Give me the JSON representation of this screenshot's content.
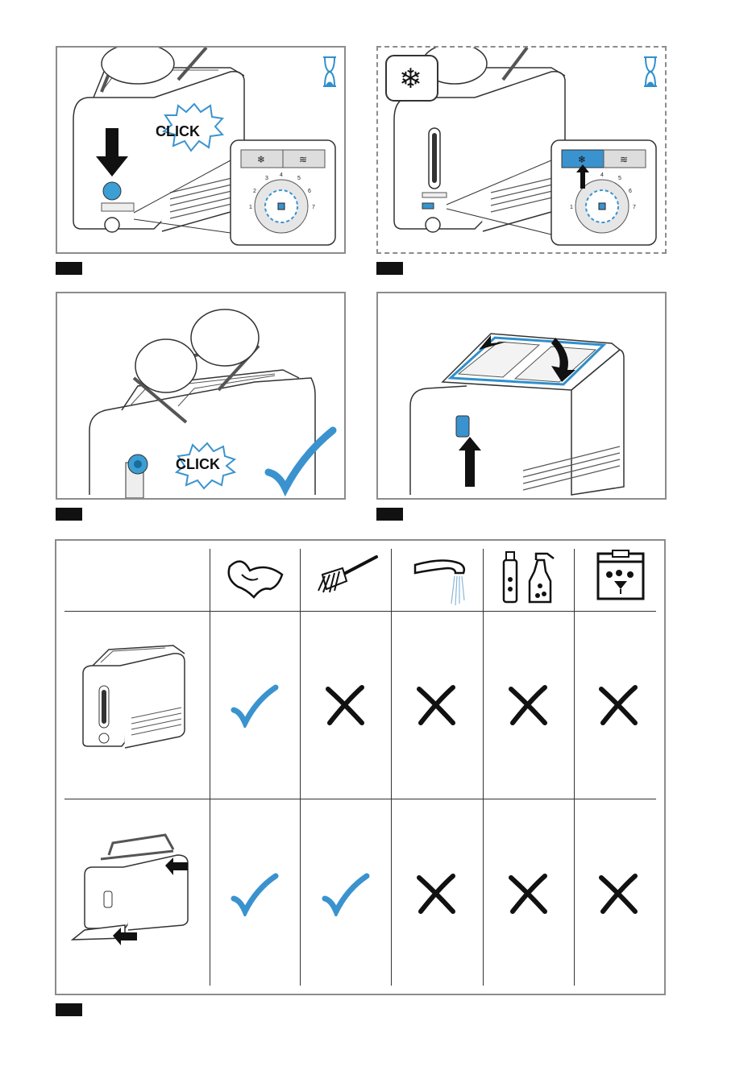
{
  "panels": [
    {
      "id": "panel-1",
      "click_label": "CLICK",
      "dial_numbers": [
        "1",
        "2",
        "3",
        "4",
        "5",
        "6",
        "7"
      ],
      "icon": "hourglass-icon"
    },
    {
      "id": "panel-2",
      "dial_numbers": [
        "1",
        "4",
        "5",
        "6",
        "7"
      ],
      "icon": "snowflake-icon"
    },
    {
      "id": "panel-3",
      "click_label": "CLICK",
      "icon": "checkmark-icon"
    },
    {
      "id": "panel-4",
      "icon": "arrow-icon"
    }
  ],
  "cleaning_table": {
    "columns": [
      "damp-cloth-icon",
      "brush-icon",
      "running-water-icon",
      "spray-cleaner-icon",
      "dishwasher-icon"
    ],
    "rows": [
      {
        "item": "toaster-body",
        "marks": [
          "check",
          "cross",
          "cross",
          "cross",
          "cross"
        ]
      },
      {
        "item": "bun-rack-and-crumb-tray",
        "marks": [
          "check",
          "check",
          "cross",
          "cross",
          "cross"
        ]
      }
    ],
    "colors": {
      "check": "#3a93cf",
      "cross": "#111111",
      "accent": "#2f8fcc"
    }
  }
}
